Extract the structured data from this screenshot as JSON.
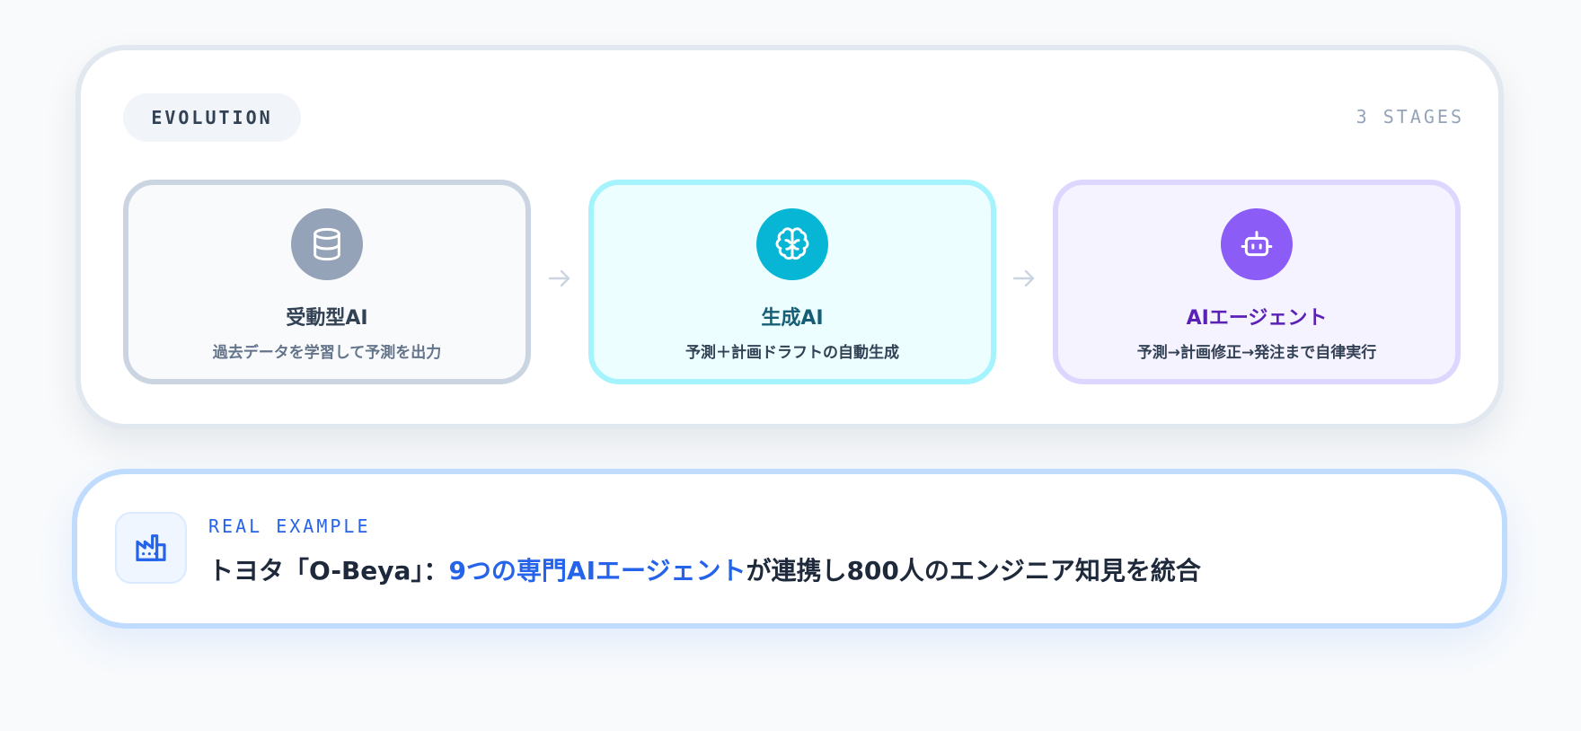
{
  "header": {
    "badge": "EVOLUTION",
    "count": "3 STAGES"
  },
  "stages": [
    {
      "icon": "database-icon",
      "title": "受動型AI",
      "desc": "過去データを学習して予測を出力",
      "color": "#94a3b8"
    },
    {
      "icon": "brain-icon",
      "title": "生成AI",
      "desc": "予測＋計画ドラフトの自動生成",
      "color": "#06b6d4"
    },
    {
      "icon": "robot-icon",
      "title": "AIエージェント",
      "desc": "予測→計画修正→発注まで自律実行",
      "color": "#8b5cf6"
    }
  ],
  "example": {
    "icon": "factory-icon",
    "label": "REAL EXAMPLE",
    "text_before": "トヨタ「O-Beya」：",
    "text_highlight": "9つの専門AIエージェント",
    "text_after": "が連携し800人のエンジニア知見を統合",
    "accent": "#2563eb"
  }
}
